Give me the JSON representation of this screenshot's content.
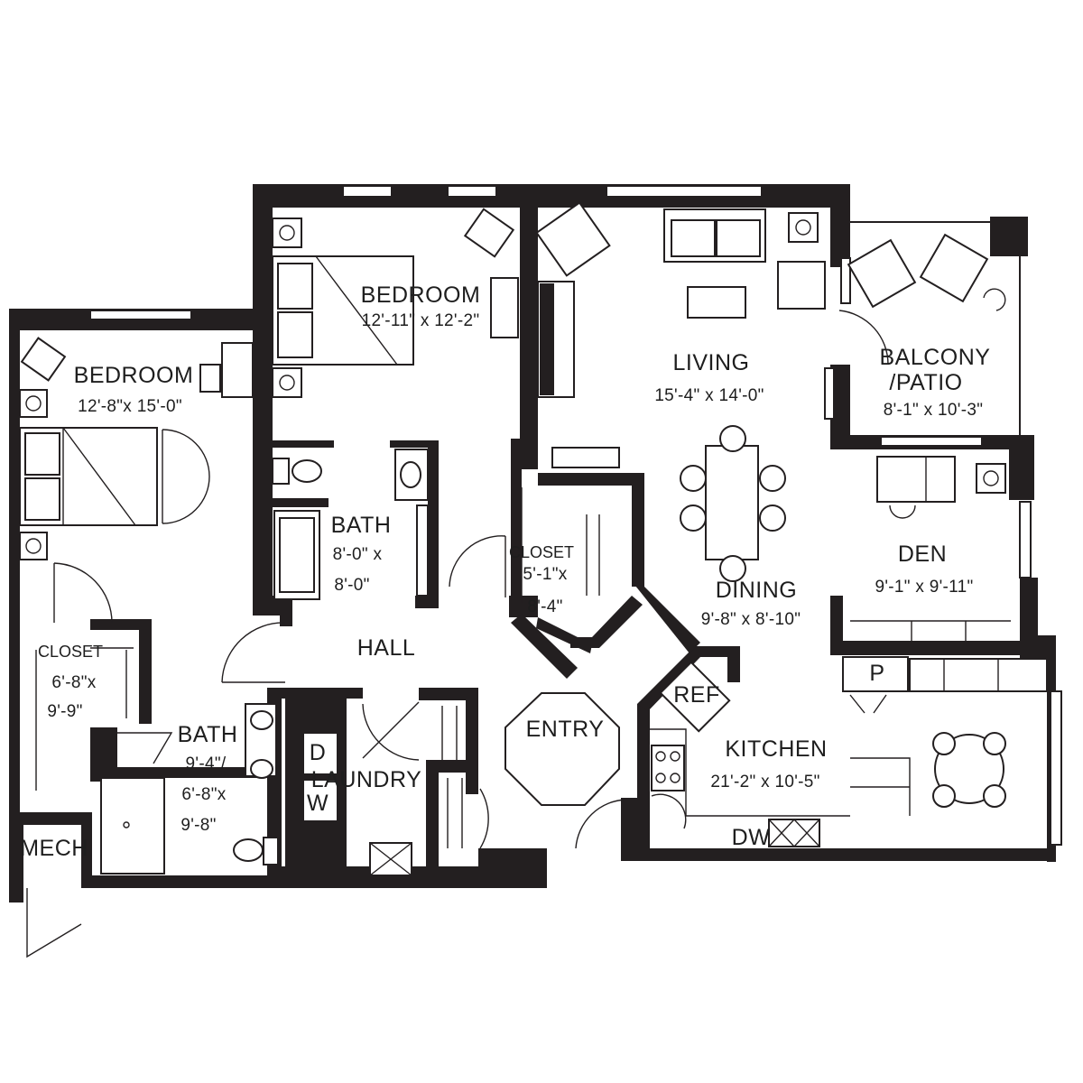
{
  "rooms": {
    "bedroom_1": {
      "name": "BEDROOM",
      "dims": "12'-8\"x 15'-0\""
    },
    "bedroom_2": {
      "name": "BEDROOM",
      "dims": "12'-11\" x 12'-2\""
    },
    "living": {
      "name": "LIVING",
      "dims": "15'-4\" x 14'-0\""
    },
    "balcony": {
      "name_line1": "BALCONY",
      "name_line2": "/PATIO",
      "dims": "8'-1\" x 10'-3\""
    },
    "bath_2": {
      "name": "BATH",
      "dims_line1": "8'-0\" x",
      "dims_line2": "8'-0\""
    },
    "closet_hall": {
      "name": "CLOSET",
      "dims_line1": "5'-1\"x",
      "dims_line2": "8'-4\""
    },
    "den": {
      "name": "DEN",
      "dims": "9'-1\" x 9'-11\""
    },
    "dining": {
      "name": "DINING",
      "dims": "9'-8\" x 8'-10\""
    },
    "hall": {
      "name": "HALL"
    },
    "closet_bedroom": {
      "name": "CLOSET",
      "dims_line1": "6'-8\"x",
      "dims_line2": "9'-9\""
    },
    "bath_1": {
      "name": "BATH",
      "dims_line1": "9'-4\"/",
      "dims_line2": "6'-8\"x",
      "dims_line3": "9'-8\""
    },
    "entry": {
      "name": "ENTRY"
    },
    "kitchen": {
      "name": "KITCHEN",
      "dims": "21'-2\" x 10'-5\""
    },
    "laundry": {
      "name": "LAUNDRY"
    },
    "mech": {
      "name": "MECH"
    }
  },
  "appliances": {
    "ref": "REF",
    "pantry": "P",
    "dryer": "D",
    "washer": "W",
    "dishwasher": "DW"
  }
}
